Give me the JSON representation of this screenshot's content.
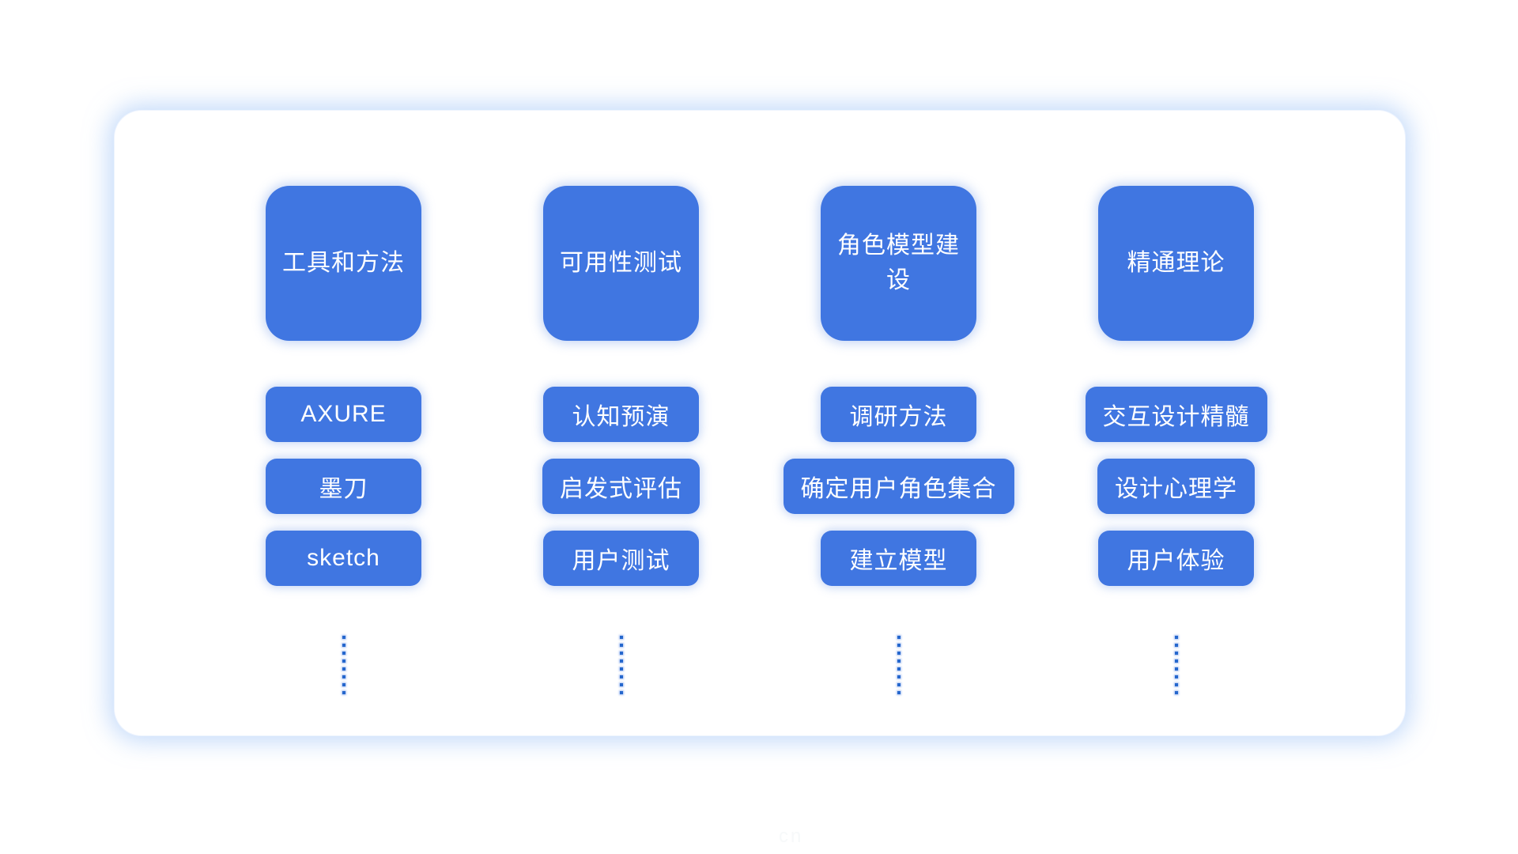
{
  "diagram": {
    "columns": [
      {
        "header": "工具和方法",
        "items": [
          "AXURE",
          "墨刀",
          "sketch"
        ]
      },
      {
        "header": "可用性测试",
        "items": [
          "认知预演",
          "启发式评估",
          "用户测试"
        ]
      },
      {
        "header": "角色模型建设",
        "items": [
          "调研方法",
          "确定用户角色集合",
          "建立模型"
        ]
      },
      {
        "header": "精通理论",
        "items": [
          "交互设计精髓",
          "设计心理学",
          "用户体验"
        ]
      }
    ],
    "dots_per_column": 8,
    "colors": {
      "node_blue": "#4076E1",
      "dot_blue": "#2567cd",
      "panel_glow": "rgba(150,190,245,0.55)",
      "text": "#ffffff"
    }
  },
  "watermark": {
    "text": "cn"
  }
}
